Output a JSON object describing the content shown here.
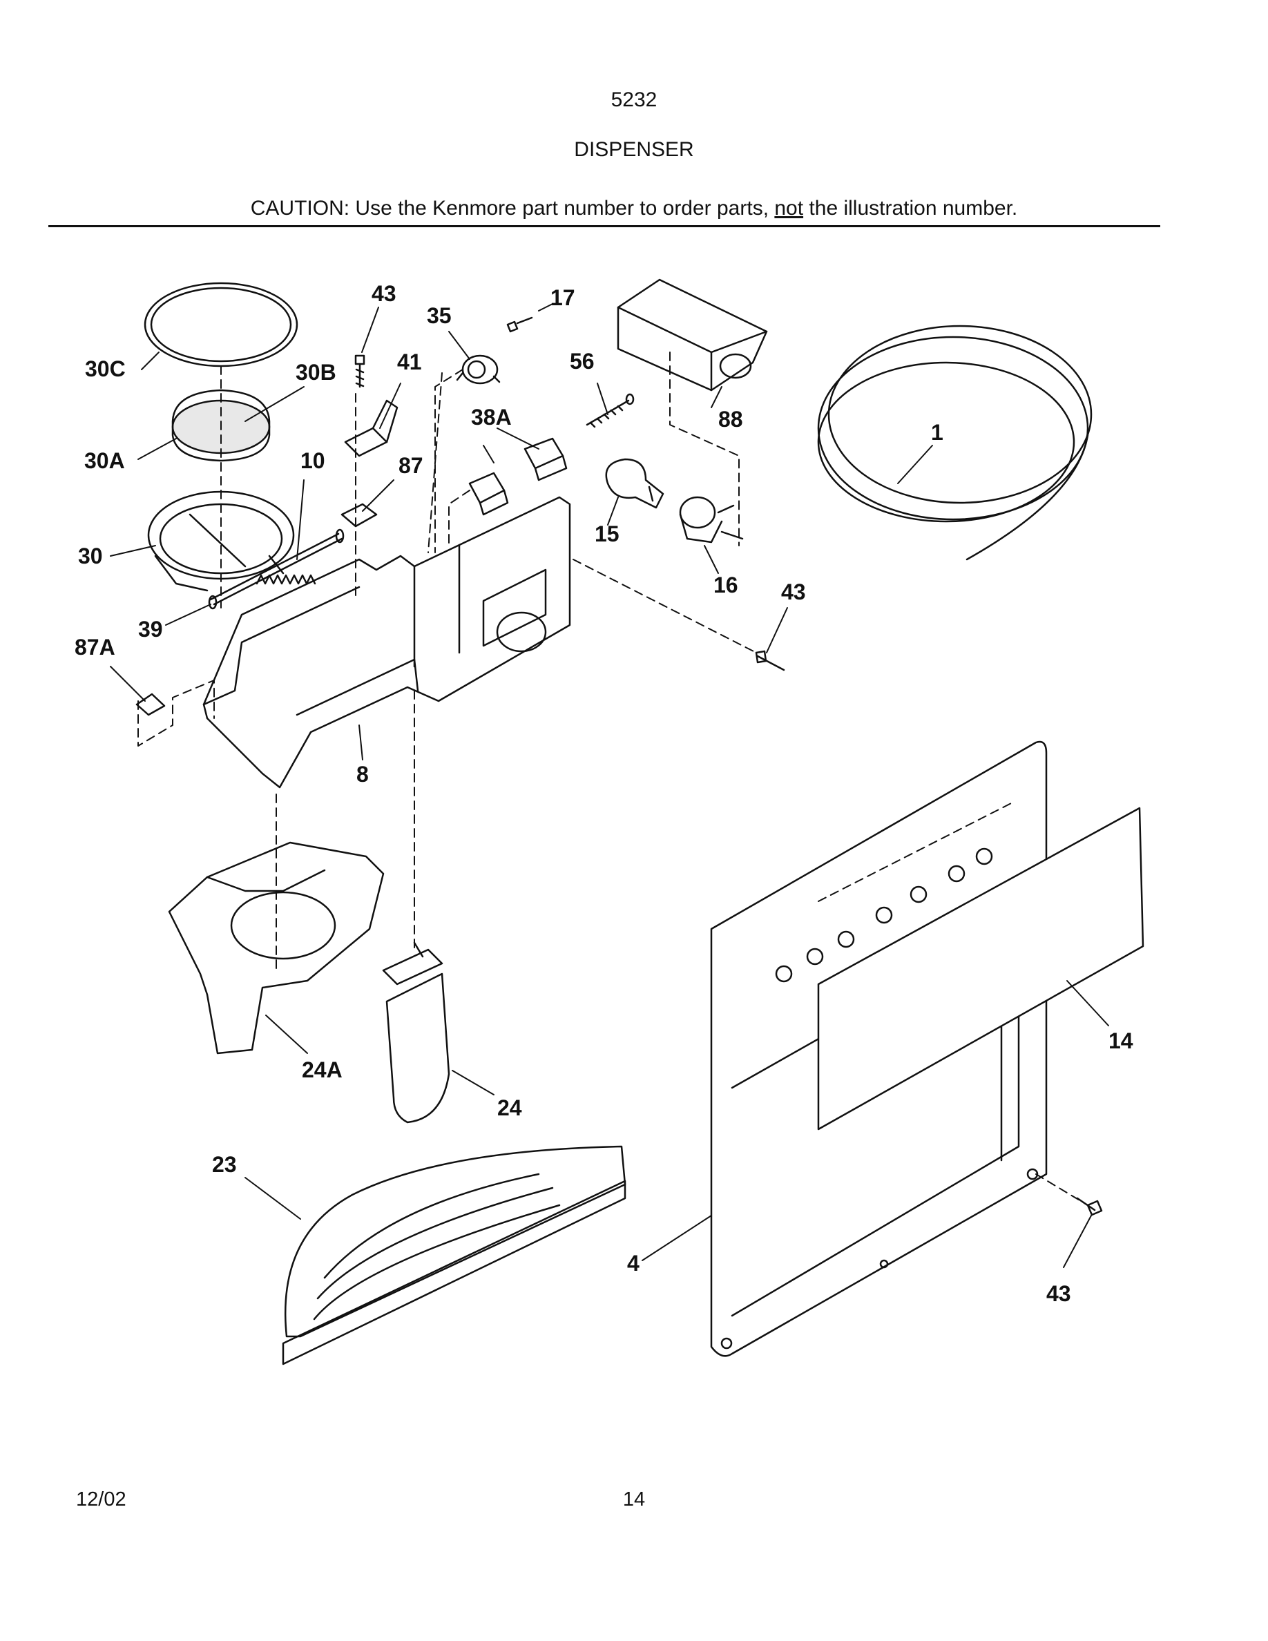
{
  "header": {
    "model": "5232",
    "title": "DISPENSER",
    "caution_before": "CAUTION: Use the Kenmore part number to order parts, ",
    "caution_emph": "not",
    "caution_after": " the illustration number."
  },
  "callouts": [
    {
      "id": "c43a",
      "text": "43"
    },
    {
      "id": "c35",
      "text": "35"
    },
    {
      "id": "c17",
      "text": "17"
    },
    {
      "id": "c41",
      "text": "41"
    },
    {
      "id": "c56",
      "text": "56"
    },
    {
      "id": "c88",
      "text": "88"
    },
    {
      "id": "c30C",
      "text": "30C"
    },
    {
      "id": "c30B",
      "text": "30B"
    },
    {
      "id": "c38A",
      "text": "38A"
    },
    {
      "id": "c30A",
      "text": "30A"
    },
    {
      "id": "c10",
      "text": "10"
    },
    {
      "id": "c87",
      "text": "87"
    },
    {
      "id": "c1",
      "text": "1"
    },
    {
      "id": "c15",
      "text": "15"
    },
    {
      "id": "c30",
      "text": "30"
    },
    {
      "id": "c16",
      "text": "16"
    },
    {
      "id": "c43b",
      "text": "43"
    },
    {
      "id": "c39",
      "text": "39"
    },
    {
      "id": "c87A",
      "text": "87A"
    },
    {
      "id": "c8",
      "text": "8"
    },
    {
      "id": "c14",
      "text": "14"
    },
    {
      "id": "c24A",
      "text": "24A"
    },
    {
      "id": "c24",
      "text": "24"
    },
    {
      "id": "c23",
      "text": "23"
    },
    {
      "id": "c4",
      "text": "4"
    },
    {
      "id": "c43c",
      "text": "43"
    }
  ],
  "footer": {
    "date": "12/02",
    "page": "14"
  }
}
